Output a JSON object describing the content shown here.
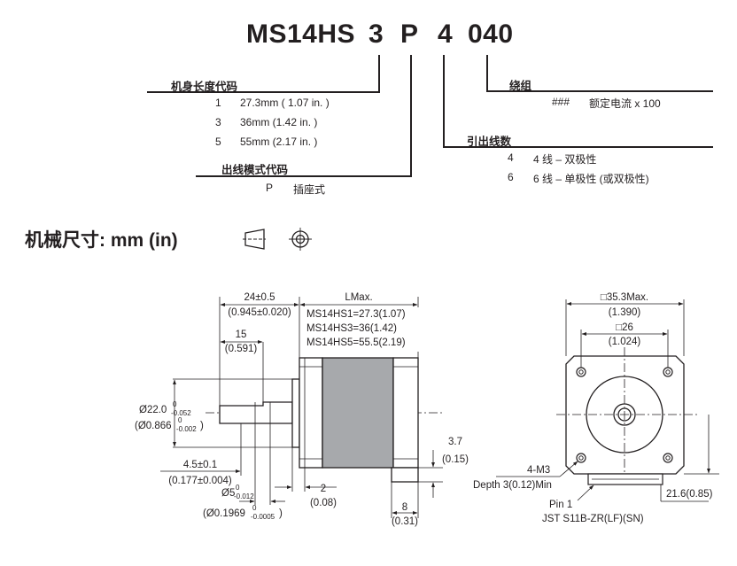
{
  "model_code": {
    "prefix": "MS14HS",
    "length": "3",
    "output": "P",
    "wires": "4",
    "winding": "040"
  },
  "length_code": {
    "header": "机身长度代码",
    "rows": [
      {
        "code": "1",
        "value": "27.3mm ( 1.07 in. )"
      },
      {
        "code": "3",
        "value": "36mm (1.42 in. )"
      },
      {
        "code": "5",
        "value": "55mm (2.17 in. )"
      }
    ]
  },
  "output_mode": {
    "header": "出线模式代码",
    "rows": [
      {
        "code": "P",
        "value": "插座式"
      }
    ]
  },
  "winding": {
    "header": "绕组",
    "rows": [
      {
        "code": "###",
        "value": "额定电流 x 100"
      }
    ]
  },
  "lead_wires": {
    "header": "引出线数",
    "rows": [
      {
        "code": "4",
        "value": "4 线 – 双极性"
      },
      {
        "code": "6",
        "value": "6 线 – 单极性 (或双极性)"
      }
    ]
  },
  "mech_title": "机械尺寸:  mm (in)",
  "projection_icon": "first-angle-projection-icon",
  "dims": {
    "d24": "24±0.5",
    "d24in": "(0.945±0.020)",
    "lmax": "LMax.",
    "ms1": "MS14HS1=27.3(1.07)",
    "ms3": "MS14HS3=36(1.42)",
    "ms5": "MS14HS5=55.5(2.19)",
    "d15": "15",
    "d15in": "(0.591)",
    "od22": "Ø22.0",
    "od22sup": "0",
    "od22sub": "-0.052",
    "od22in": "(Ø0.866",
    "od22insup": "0",
    "od22insub": "-0.002",
    "od22inclose": ")",
    "d37": "3.7",
    "d37in": "(0.15)",
    "d45": "4.5±0.1",
    "d45in": "(0.177±0.004)",
    "od5": "Ø5",
    "od5sup": "0",
    "od5sub": "-0.012",
    "od5in": "(Ø0.1969",
    "od5insup": "0",
    "od5insub": "-0.0005",
    "od5inclose": ")",
    "d2": "2",
    "d2in": "(0.08)",
    "d8": "8",
    "d8in": "(0.31)",
    "sq353": "□35.3Max.",
    "sq353in": "(1.390)",
    "sq26": "□26",
    "sq26in": "(1.024)",
    "m3": "4-M3",
    "m3depth": "Depth 3(0.12)Min",
    "d216": "21.6(0.85)",
    "pin1": "Pin 1",
    "jst": "JST S11B-ZR(LF)(SN)"
  }
}
